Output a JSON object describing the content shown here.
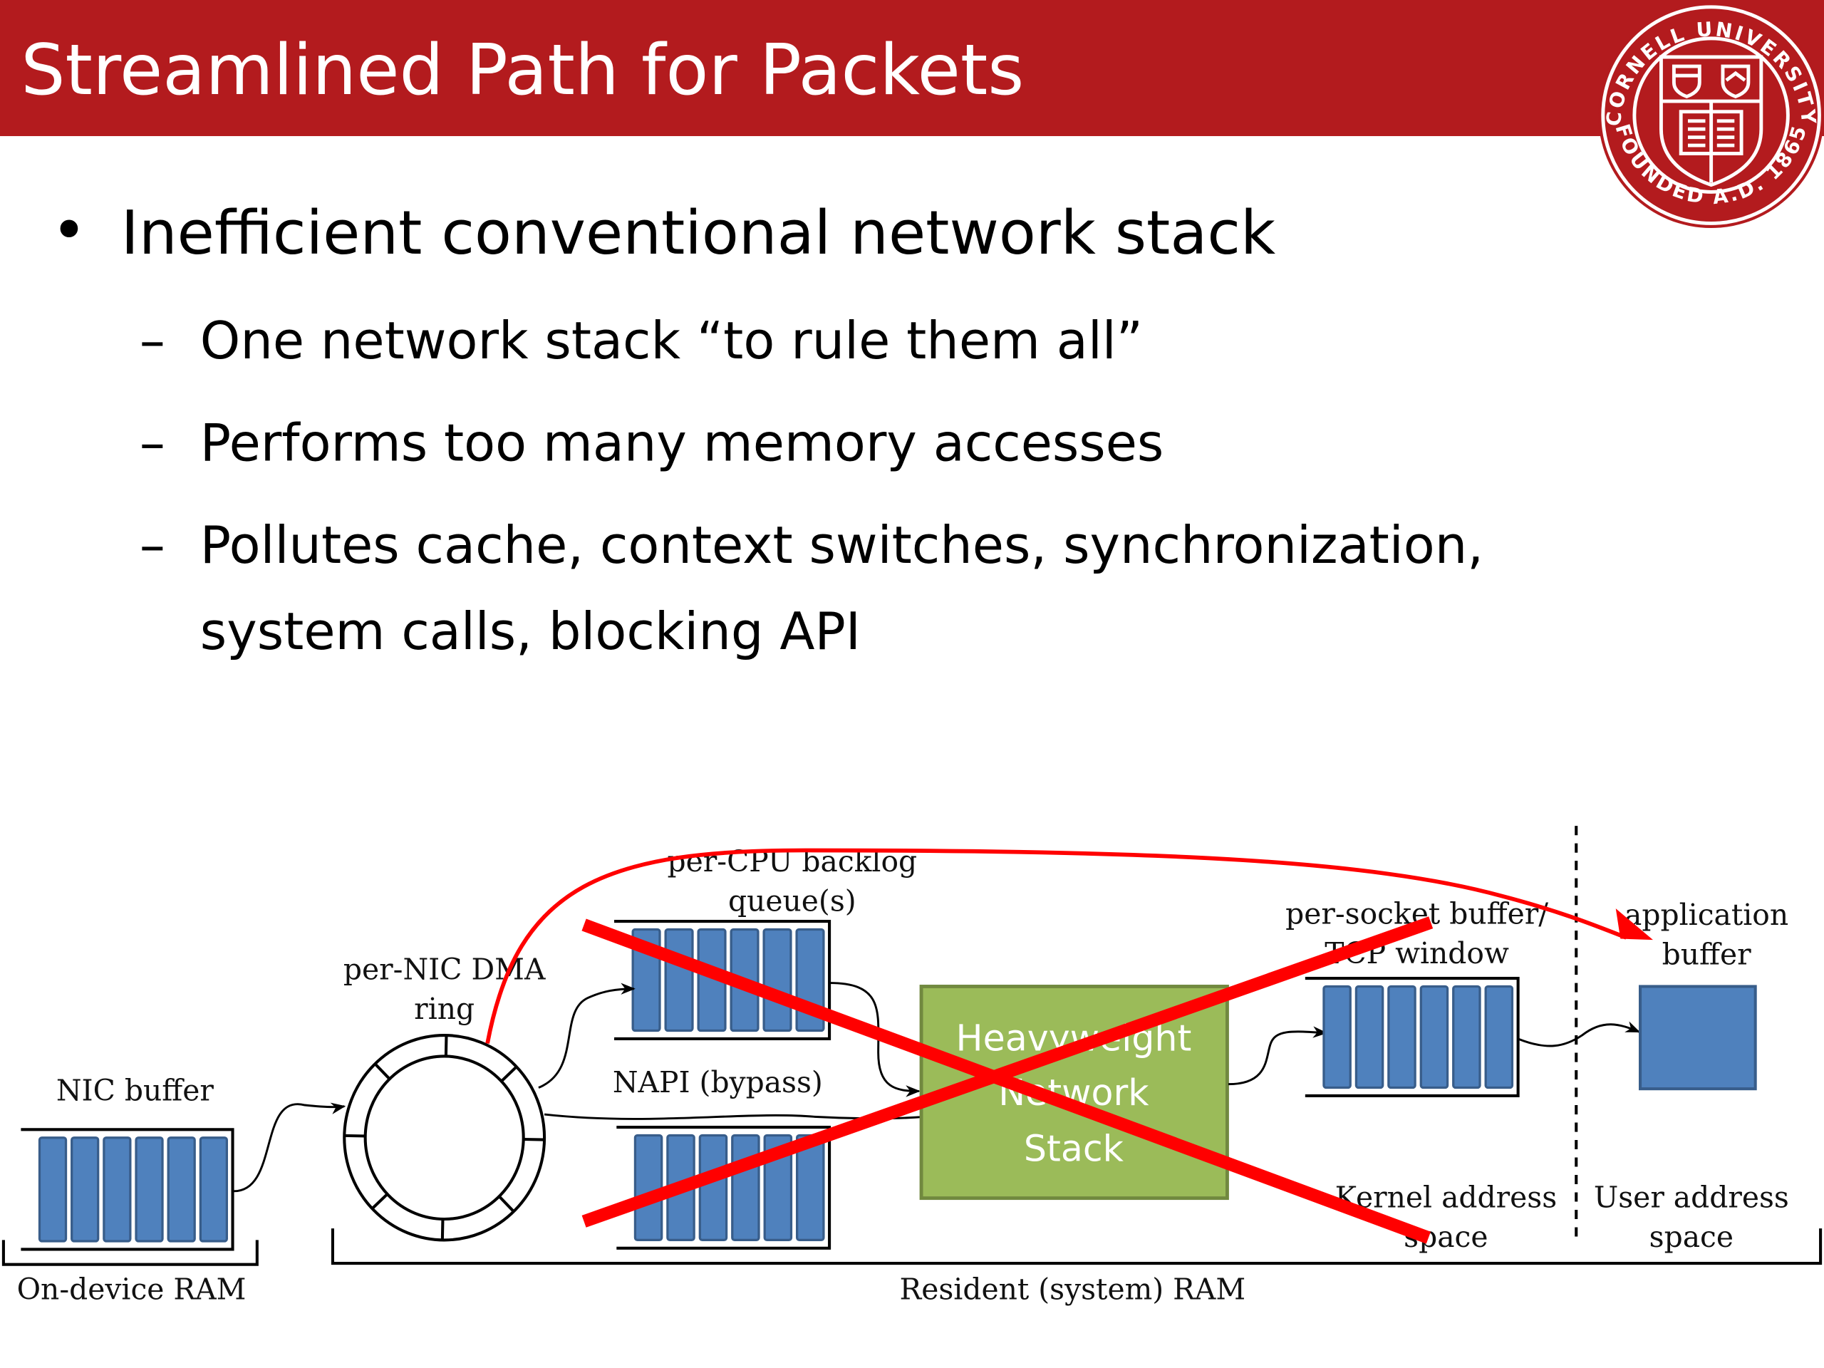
{
  "slide": {
    "title": "Streamlined Path for Packets",
    "colors": {
      "header": "#b31b1e",
      "seal": "#b31b1e",
      "queue_slot": "#4f81bd",
      "queue_slot_border": "#385d8a",
      "stack_box": "#9bbb59",
      "stack_box_border": "#71893f",
      "cross_out": "#ff0000"
    },
    "logo": {
      "top_text": "CORNELL UNIVERSITY",
      "bottom_text": "FOUNDED A.D. 1865"
    },
    "bullets": [
      {
        "level": 1,
        "marker": "•",
        "text": "Inefficient conventional network stack",
        "children": [
          {
            "marker": "–",
            "lines": [
              "One network stack “to rule them all”"
            ]
          },
          {
            "marker": "–",
            "lines": [
              "Performs too many memory accesses"
            ]
          },
          {
            "marker": "–",
            "lines": [
              "Pollutes cache, context switches, synchronization,",
              "system calls, blocking API"
            ]
          }
        ]
      }
    ]
  },
  "diagram": {
    "nic_buffer": {
      "label": "NIC buffer",
      "slots": 6
    },
    "dma_ring": {
      "label_lines": [
        "per-NIC DMA",
        "ring"
      ],
      "segments": 8
    },
    "backlog_queue": {
      "label_lines": [
        "per-CPU backlog",
        "queue(s)"
      ],
      "slots": 6
    },
    "napi_queue": {
      "label": "NAPI (bypass)",
      "slots": 6
    },
    "network_stack": {
      "label_lines": [
        "Heavyweight",
        "Network",
        "Stack"
      ]
    },
    "socket_buffer": {
      "label_lines": [
        "per-socket buffer/",
        "TCP window"
      ],
      "slots": 6
    },
    "application_buffer": {
      "label_lines": [
        "application",
        "buffer"
      ]
    },
    "kernel_space": {
      "label_lines": [
        "Kernel address",
        "space"
      ]
    },
    "user_space": {
      "label_lines": [
        "User address",
        "space"
      ]
    },
    "on_device_ram": {
      "label": "On-device RAM"
    },
    "resident_ram": {
      "label": "Resident (system) RAM"
    },
    "annotations": {
      "crossed_out": [
        "per-CPU backlog queue(s)",
        "NAPI (bypass)",
        "Heavyweight Network Stack",
        "per-socket buffer/TCP window"
      ],
      "bypass_arrow": {
        "from": "per-NIC DMA ring",
        "to": "application buffer"
      }
    }
  }
}
